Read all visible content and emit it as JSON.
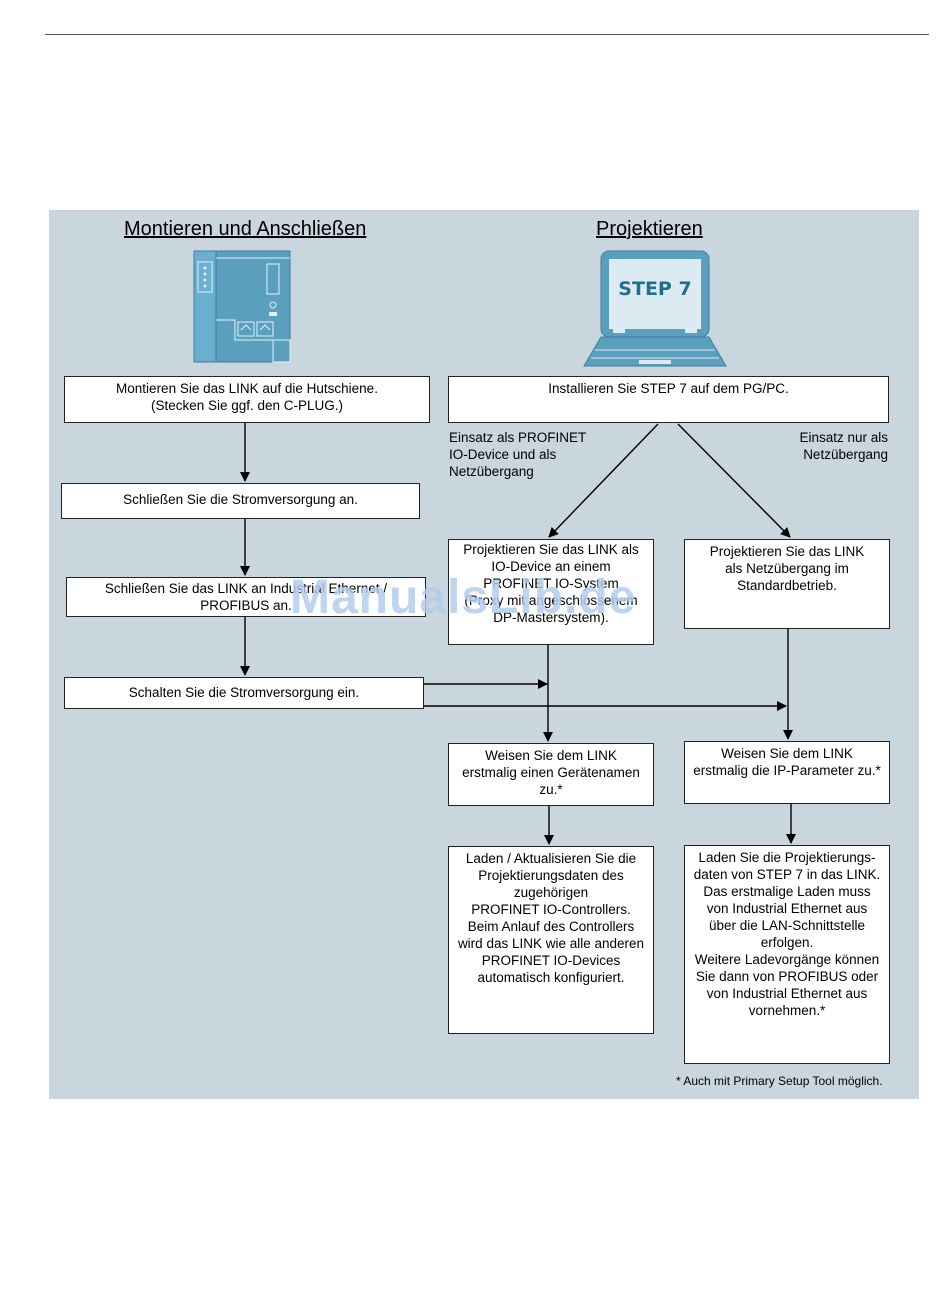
{
  "headings": {
    "left": "Montieren und Anschließen",
    "right": "Projektieren"
  },
  "laptop_label": "STEP 7",
  "left_steps": [
    [
      "Montieren Sie das LINK auf die Hutschiene.",
      "(Stecken Sie ggf. den C-PLUG.)"
    ],
    [
      "Schließen Sie die Stromversorgung an."
    ],
    [
      "Schließen Sie das LINK an Industrial Ethernet /",
      "PROFIBUS an."
    ],
    [
      "Schalten Sie die Stromversorgung ein."
    ]
  ],
  "install_step": "Installieren Sie STEP 7 auf dem PG/PC.",
  "branch_labels": {
    "left": [
      "Einsatz als PROFINET",
      "IO-Device und als",
      "Netzübergang"
    ],
    "right": [
      "Einsatz nur als",
      "Netzübergang"
    ]
  },
  "profinet_path": [
    [
      "Projektieren Sie das LINK als",
      "IO-Device an einem",
      "PROFINET IO-System",
      "(Proxy mit angeschlossenem",
      "DP-Mastersystem)."
    ],
    [
      "Weisen Sie dem LINK",
      "erstmalig einen Gerätenamen",
      "zu.*"
    ],
    [
      "Laden / Aktualisieren Sie die",
      "Projektierungsdaten des",
      "zugehörigen",
      "PROFINET IO-Controllers.",
      "Beim Anlauf des Controllers",
      "wird das LINK wie alle anderen",
      "PROFINET IO-Devices",
      "automatisch konfiguriert."
    ]
  ],
  "gateway_path": [
    [
      "Projektieren Sie das LINK",
      "als Netzübergang im",
      "Standardbetrieb."
    ],
    [
      "Weisen Sie dem LINK",
      "erstmalig die IP-Parameter zu.*"
    ],
    [
      "Laden Sie die Projektierungs-",
      "daten von STEP 7 in das LINK.",
      "Das erstmalige Laden muss",
      "von Industrial Ethernet aus",
      "über die LAN-Schnittstelle",
      "erfolgen.",
      "Weitere Ladevorgänge können",
      "Sie dann von PROFIBUS oder",
      "von Industrial Ethernet aus",
      "vornehmen.*"
    ]
  ],
  "footnote": "* Auch mit Primary Setup Tool möglich.",
  "watermark": "ManualsLib.de",
  "colors": {
    "panel": "#c9d6de",
    "device": "#5b9fbf",
    "laptop": "#5b9fbf",
    "screen_text": "#1f6f8f"
  }
}
